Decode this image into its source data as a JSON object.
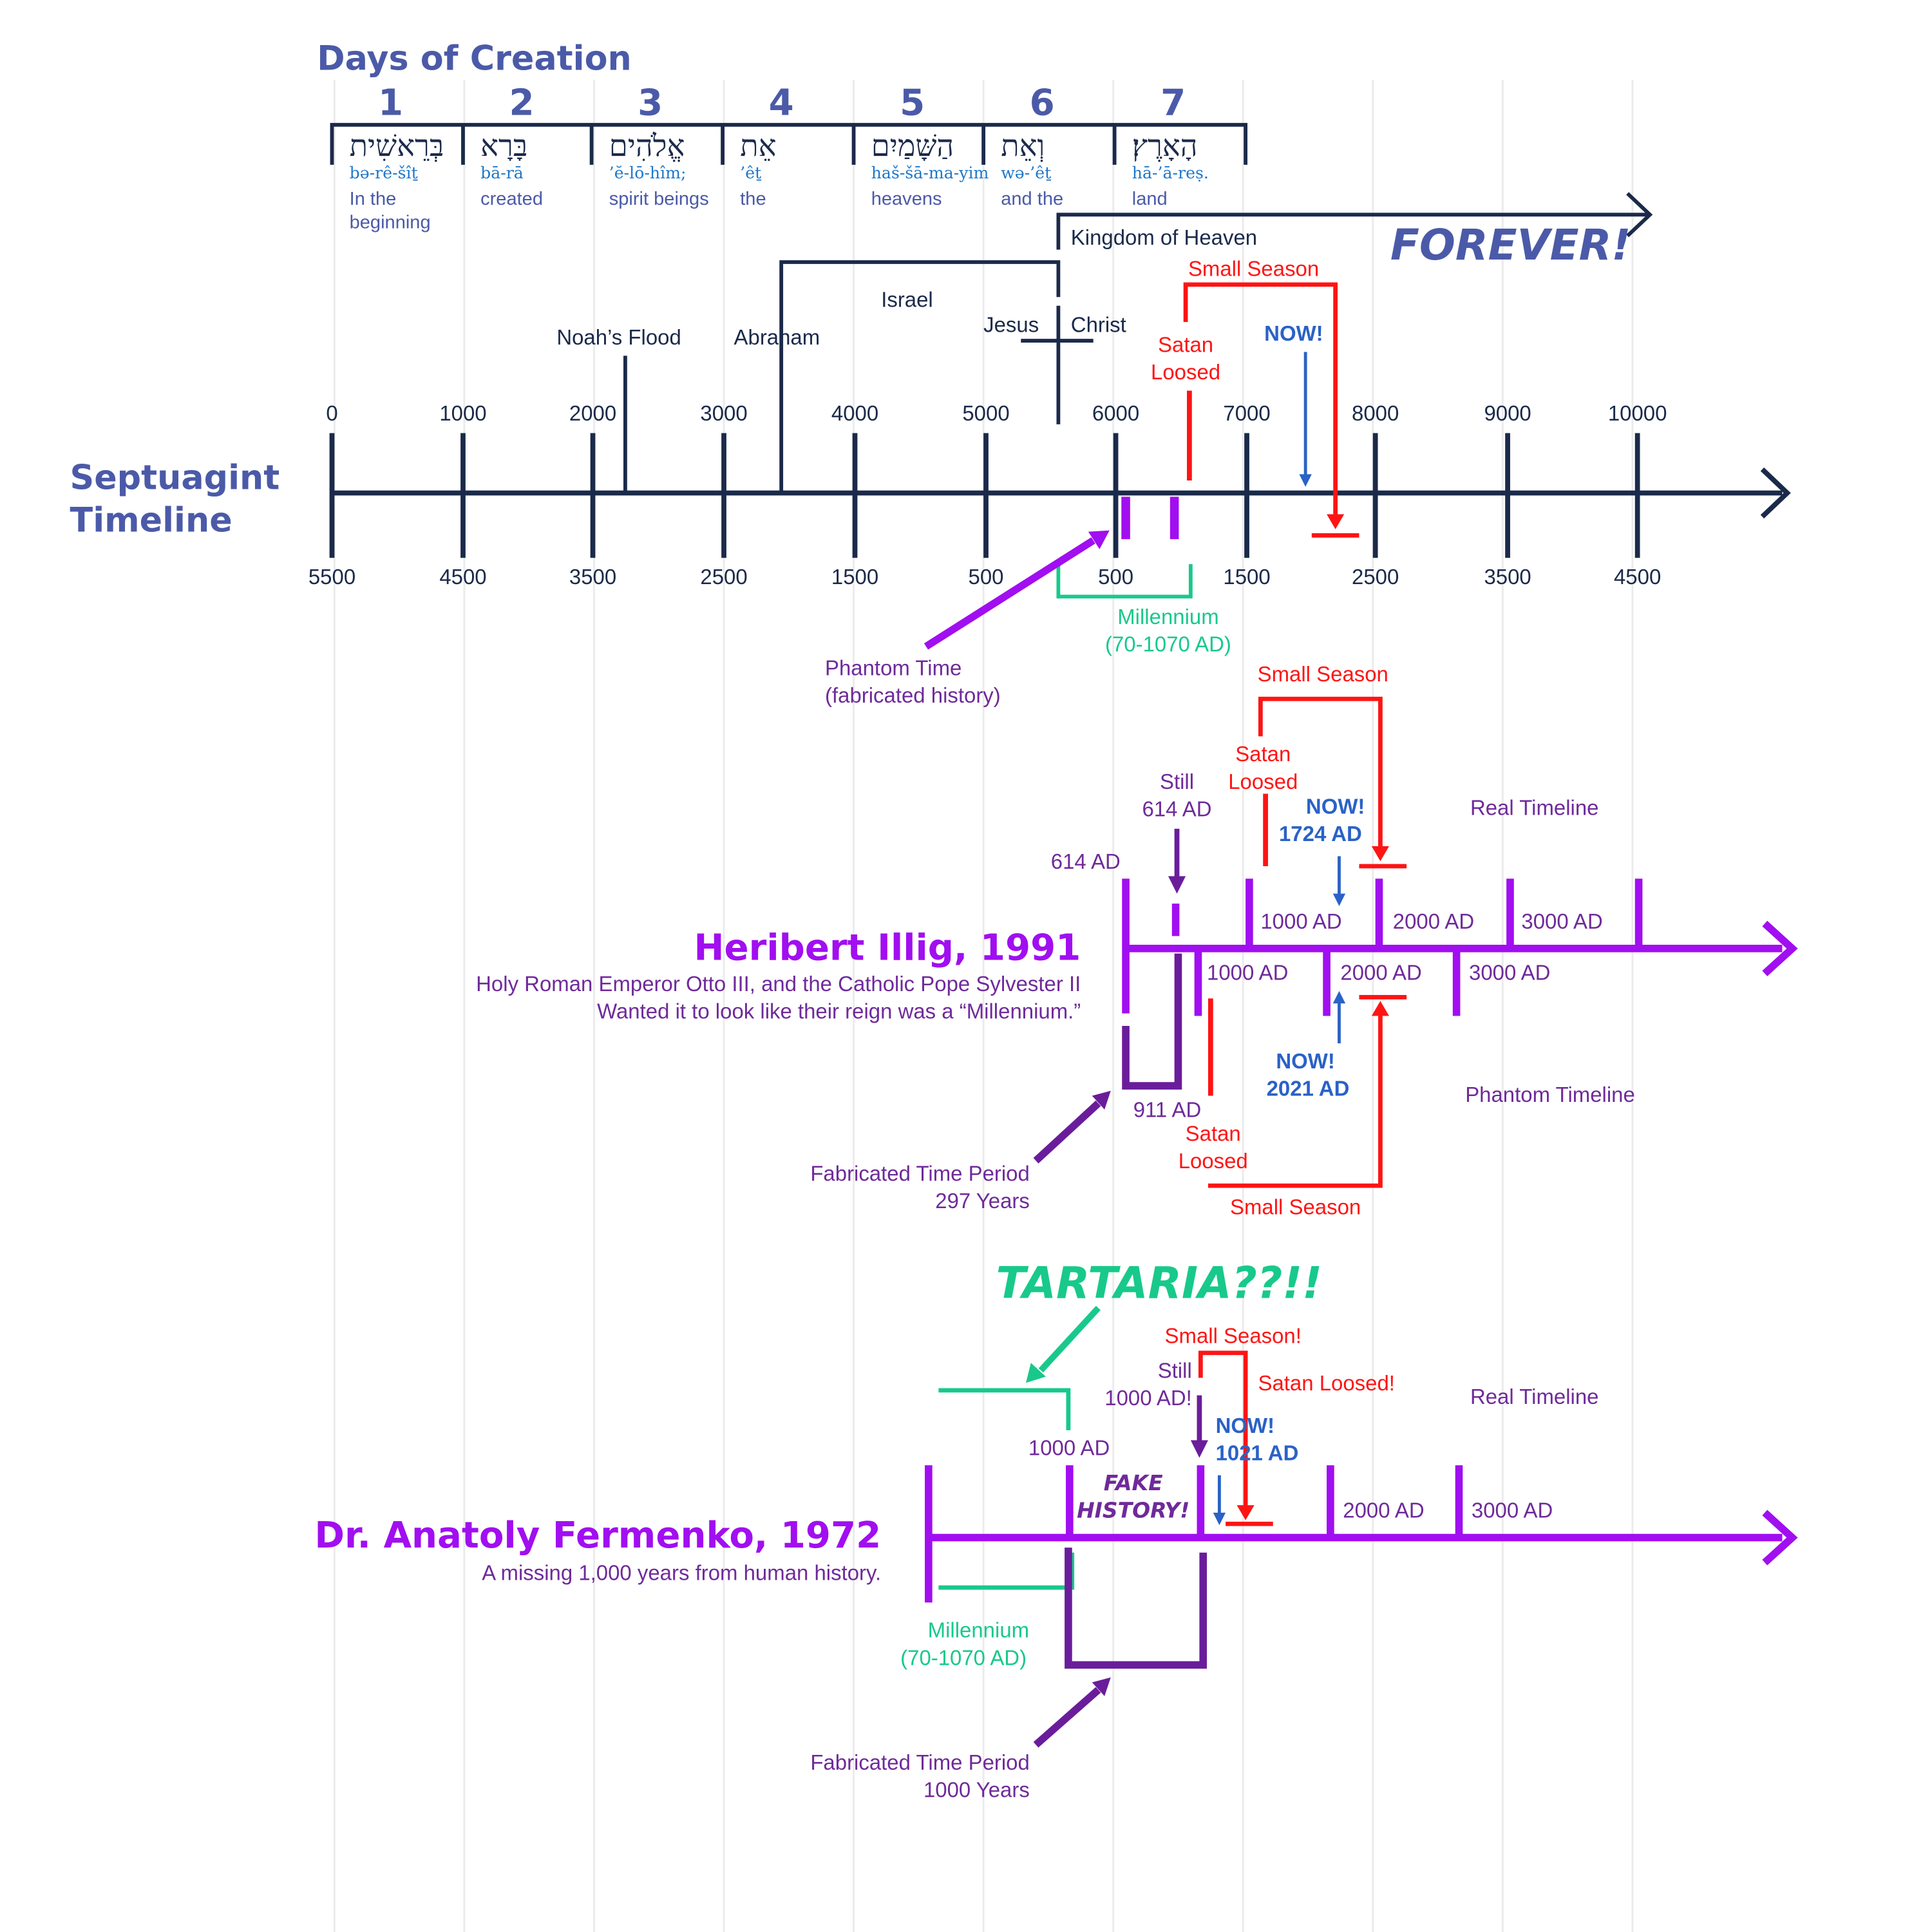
{
  "colors": {
    "navy": "#1b2a4a",
    "title_blue": "#4b5aa8",
    "hebrew_blue": "#1f77c9",
    "red": "#ff1414",
    "now_blue": "#2a62c6",
    "magenta": "#a10ef0",
    "purple": "#6a1d9a",
    "label_purple": "#6f2a9a",
    "green": "#18c98b",
    "grid": "#ebebeb"
  },
  "creation": {
    "title": "Days of Creation",
    "days": [
      {
        "num": "1",
        "hebrew": "בְּרֵאשִׁית",
        "translit": "bə-rê-šîṯ",
        "english": [
          "In the",
          "beginning"
        ]
      },
      {
        "num": "2",
        "hebrew": "בָּרָא",
        "translit": "bā-rā",
        "english": [
          "created"
        ]
      },
      {
        "num": "3",
        "hebrew": "אֱלֹהִים",
        "translit": "’ĕ-lō-hîm;",
        "english": [
          "spirit beings"
        ]
      },
      {
        "num": "4",
        "hebrew": "אֵת",
        "translit": "’êṯ",
        "english": [
          "the"
        ]
      },
      {
        "num": "5",
        "hebrew": "הַשָּׁמַיִם",
        "translit": "haš-šā-ma-yim",
        "english": [
          "heavens"
        ]
      },
      {
        "num": "6",
        "hebrew": "וְאֵת",
        "translit": "wə-’êṯ",
        "english": [
          "and the"
        ]
      },
      {
        "num": "7",
        "hebrew": "הָאָרֶץ׃",
        "translit": "hā-’ā-reṣ.",
        "english": [
          "land"
        ]
      }
    ]
  },
  "septuagint": {
    "label_lines": [
      "Septuagint",
      "Timeline"
    ],
    "top_ticks": [
      "0",
      "1000",
      "2000",
      "3000",
      "4000",
      "5000",
      "6000",
      "7000",
      "8000",
      "9000",
      "10000"
    ],
    "bottom_ticks": [
      "5500",
      "4500",
      "3500",
      "2500",
      "1500",
      "500",
      "500",
      "1500",
      "2500",
      "3500",
      "4500"
    ],
    "kingdom": "Kingdom of Heaven",
    "forever": "FOREVER!",
    "israel": "Israel",
    "noahs_flood": "Noah’s Flood",
    "abraham": "Abraham",
    "jesus": "Jesus",
    "christ": "Christ",
    "small_season": "Small Season",
    "satan_loosed": [
      "Satan",
      "Loosed"
    ],
    "now": "NOW!",
    "millennium": [
      "Millennium",
      "(70-1070 AD)"
    ],
    "phantom_time": [
      "Phantom Time",
      "(fabricated history)"
    ]
  },
  "illig": {
    "title": "Heribert Illig, 1991",
    "desc": [
      "Holy Roman Emperor Otto III, and the Catholic Pope Sylvester II",
      "Wanted it to look like their reign was a “Millennium.”"
    ],
    "small_season_top": "Small Season",
    "satan_loosed_top": [
      "Satan",
      "Loosed"
    ],
    "still": [
      "Still",
      "614 AD"
    ],
    "now_top": [
      "NOW!",
      "1724 AD"
    ],
    "real_timeline": "Real Timeline",
    "start_label": "614 AD",
    "upper_labels": [
      "1000 AD",
      "2000 AD",
      "3000 AD"
    ],
    "lower_labels": [
      "1000 AD",
      "2000 AD",
      "3000 AD"
    ],
    "now_bottom": [
      "NOW!",
      "2021 AD"
    ],
    "phantom_timeline": "Phantom Timeline",
    "label_911": "911 AD",
    "satan_loosed_bottom": [
      "Satan",
      "Loosed"
    ],
    "small_season_bottom": "Small Season",
    "fabricated": [
      "Fabricated Time Period",
      "297 Years"
    ]
  },
  "fomenko": {
    "tartaria": "TARTARIA??!!",
    "small_season": "Small Season!",
    "still": [
      "Still",
      "1000 AD!"
    ],
    "satan_loosed": "Satan Loosed!",
    "real_timeline": "Real Timeline",
    "now": [
      "NOW!",
      "1021 AD"
    ],
    "label_1000": "1000 AD",
    "fake_history": [
      "FAKE",
      "HISTORY!"
    ],
    "labels": [
      "2000 AD",
      "3000 AD"
    ],
    "title": "Dr. Anatoly Fermenko, 1972",
    "desc": "A missing 1,000 years from human history.",
    "millennium": [
      "Millennium",
      "(70-1070 AD)"
    ],
    "fabricated": [
      "Fabricated Time Period",
      "1000 Years"
    ]
  }
}
